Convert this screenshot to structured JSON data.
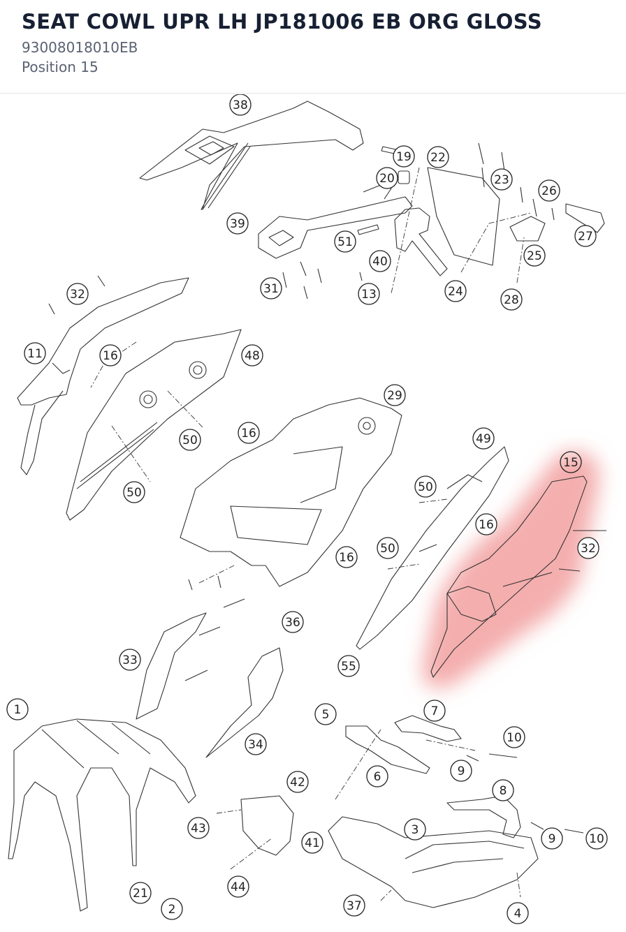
{
  "header": {
    "title": "SEAT COWL UPR LH JP181006 EB ORG GLOSS",
    "part_number": "93008018010EB",
    "position": "Position 15"
  },
  "diagram": {
    "highlight_color": "#f2a0a0",
    "callout_color": "#222222",
    "highlighted_callout": "15",
    "callouts": [
      "38",
      "19",
      "22",
      "20",
      "23",
      "26",
      "27",
      "25",
      "39",
      "51",
      "40",
      "31",
      "13",
      "24",
      "28",
      "32",
      "11",
      "16",
      "48",
      "29",
      "50",
      "16",
      "50",
      "49",
      "15",
      "50",
      "16",
      "16",
      "32",
      "50",
      "36",
      "33",
      "55",
      "1",
      "5",
      "7",
      "10",
      "34",
      "6",
      "9",
      "42",
      "8",
      "3",
      "43",
      "41",
      "10",
      "9",
      "44",
      "21",
      "2",
      "37",
      "4"
    ]
  }
}
